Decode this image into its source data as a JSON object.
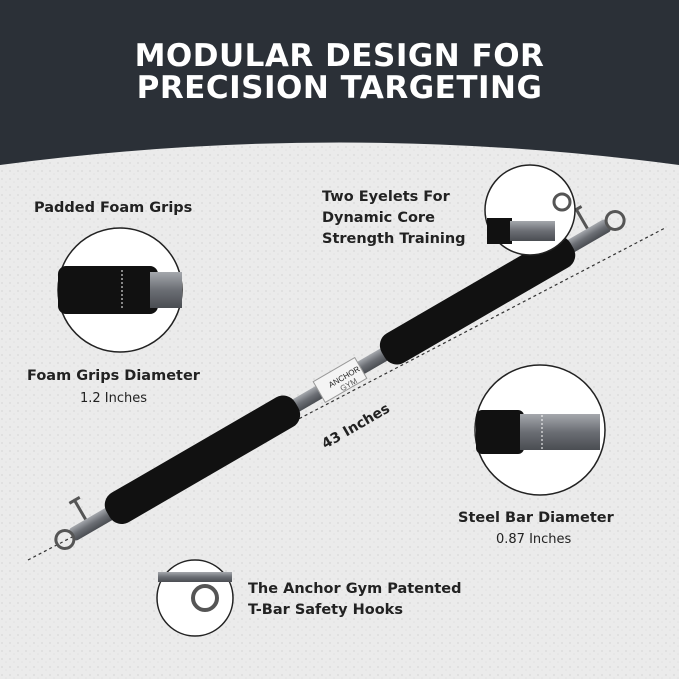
{
  "header": {
    "line1": "MODULAR DESIGN FOR",
    "line2": "PRECISION TARGETING"
  },
  "callouts": {
    "grips": "Padded Foam Grips",
    "eyelets": [
      "Two Eyelets For",
      "Dynamic Core",
      "Strength Training"
    ],
    "grip_diameter": {
      "label": "Foam Grips Diameter",
      "value": "1.2 Inches"
    },
    "steel_diameter": {
      "label": "Steel Bar Diameter",
      "value": "0.87 Inches"
    },
    "hooks": [
      "The Anchor Gym Patented",
      "T-Bar Safety Hooks"
    ]
  },
  "length_label": "43 Inches",
  "brand": {
    "line1": "ANCHOR",
    "line2": "GYM"
  },
  "colors": {
    "header": "#2b3037",
    "background": "#ececec",
    "foam": "#111111",
    "steel": "#7d8086"
  }
}
